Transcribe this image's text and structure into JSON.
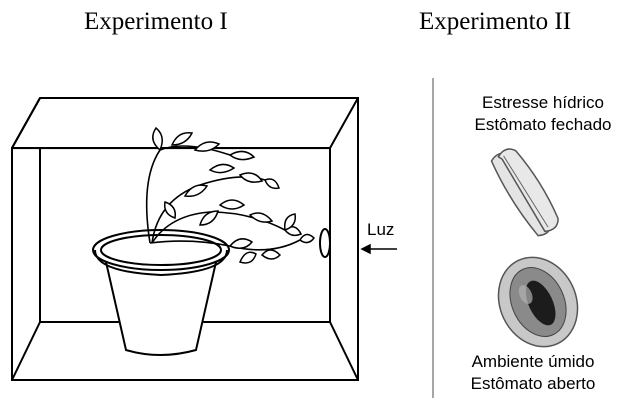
{
  "experiment1": {
    "title": "Experimento I",
    "light_label": "Luz"
  },
  "experiment2": {
    "title": "Experimento II",
    "closed": {
      "line1": "Estresse hídrico",
      "line2": "Estômato fechado"
    },
    "open": {
      "line1": "Ambiente úmido",
      "line2": "Estômato aberto"
    }
  }
}
